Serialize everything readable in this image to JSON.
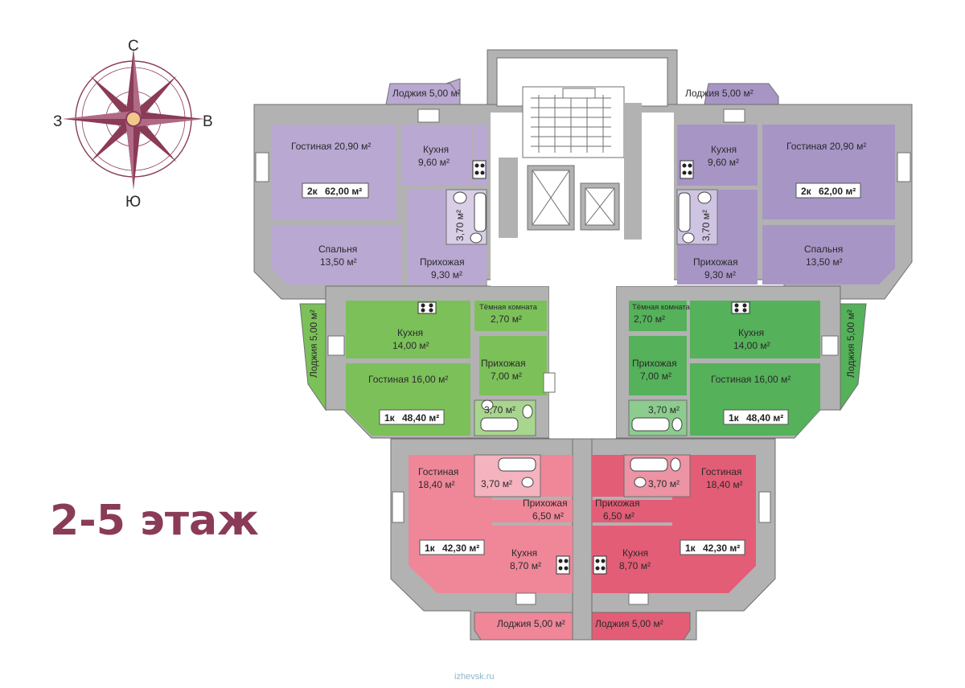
{
  "title": "2-5 этаж",
  "watermark": "izhevsk.ru",
  "compass": {
    "north": "С",
    "south": "Ю",
    "west": "З",
    "east": "В",
    "color": "#8a3b57"
  },
  "colors": {
    "lavender": "#b9a8d2",
    "lavender_dark": "#a795c6",
    "green": "#7cc05a",
    "green_dark": "#55b15a",
    "pink": "#ef8799",
    "pink_dark": "#e35d76",
    "wall": "#b2b2b2"
  },
  "apartments": [
    {
      "name": "apartment-nw",
      "badge_type": "2к",
      "badge_area": "62,00 м²",
      "rooms": [
        {
          "name": "loggia-top-left",
          "label": "Лоджия 5,00 м²"
        },
        {
          "name": "living-nw",
          "label": "Гостиная 20,90 м²"
        },
        {
          "name": "kitchen-nw",
          "label": "Кухня",
          "area": "9,60 м²"
        },
        {
          "name": "bath-nw",
          "label": "3,70 м²"
        },
        {
          "name": "bedroom-nw",
          "label": "Спальня",
          "area": "13,50 м²"
        },
        {
          "name": "hall-nw",
          "label": "Прихожая",
          "area": "9,30 м²"
        }
      ]
    },
    {
      "name": "apartment-ne",
      "badge_type": "2к",
      "badge_area": "62,00 м²",
      "rooms": [
        {
          "name": "loggia-top-right",
          "label": "Лоджия 5,00 м²"
        },
        {
          "name": "living-ne",
          "label": "Гостиная 20,90 м²"
        },
        {
          "name": "kitchen-ne",
          "label": "Кухня",
          "area": "9,60 м²"
        },
        {
          "name": "bath-ne",
          "label": "3,70 м²"
        },
        {
          "name": "bedroom-ne",
          "label": "Спальня",
          "area": "13,50 м²"
        },
        {
          "name": "hall-ne",
          "label": "Прихожая",
          "area": "9,30 м²"
        }
      ]
    },
    {
      "name": "apartment-w",
      "badge_type": "1к",
      "badge_area": "48,40 м²",
      "rooms": [
        {
          "name": "loggia-left",
          "label": "Лоджия 5,00 м²"
        },
        {
          "name": "kitchen-w",
          "label": "Кухня",
          "area": "14,00 м²"
        },
        {
          "name": "dark-room-w",
          "label": "Тёмная комната",
          "area": "2,70 м²"
        },
        {
          "name": "hall-w",
          "label": "Прихожая",
          "area": "7,00 м²"
        },
        {
          "name": "living-w",
          "label": "Гостиная 16,00 м²"
        },
        {
          "name": "bath-w",
          "label": "3,70 м²"
        }
      ]
    },
    {
      "name": "apartment-e",
      "badge_type": "1к",
      "badge_area": "48,40 м²",
      "rooms": [
        {
          "name": "loggia-right",
          "label": "Лоджия 5,00 м²"
        },
        {
          "name": "kitchen-e",
          "label": "Кухня",
          "area": "14,00 м²"
        },
        {
          "name": "dark-room-e",
          "label": "Тёмная комната",
          "area": "2,70 м²"
        },
        {
          "name": "hall-e",
          "label": "Прихожая",
          "area": "7,00 м²"
        },
        {
          "name": "living-e",
          "label": "Гостиная 16,00 м²"
        },
        {
          "name": "bath-e",
          "label": "3,70 м²"
        }
      ]
    },
    {
      "name": "apartment-sw",
      "badge_type": "1к",
      "badge_area": "42,30 м²",
      "rooms": [
        {
          "name": "living-sw",
          "label": "Гостиная",
          "area": "18,40 м²"
        },
        {
          "name": "bath-sw",
          "label": "3,70 м²"
        },
        {
          "name": "hall-sw",
          "label": "Прихожая",
          "area": "6,50 м²"
        },
        {
          "name": "kitchen-sw",
          "label": "Кухня",
          "area": "8,70 м²"
        },
        {
          "name": "loggia-bottom-left",
          "label": "Лоджия 5,00 м²"
        }
      ]
    },
    {
      "name": "apartment-se",
      "badge_type": "1к",
      "badge_area": "42,30 м²",
      "rooms": [
        {
          "name": "living-se",
          "label": "Гостиная",
          "area": "18,40 м²"
        },
        {
          "name": "bath-se",
          "label": "3,70 м²"
        },
        {
          "name": "hall-se",
          "label": "Прихожая",
          "area": "6,50 м²"
        },
        {
          "name": "kitchen-se",
          "label": "Кухня",
          "area": "8,70 м²"
        },
        {
          "name": "loggia-bottom-right",
          "label": "Лоджия 5,00 м²"
        }
      ]
    }
  ]
}
